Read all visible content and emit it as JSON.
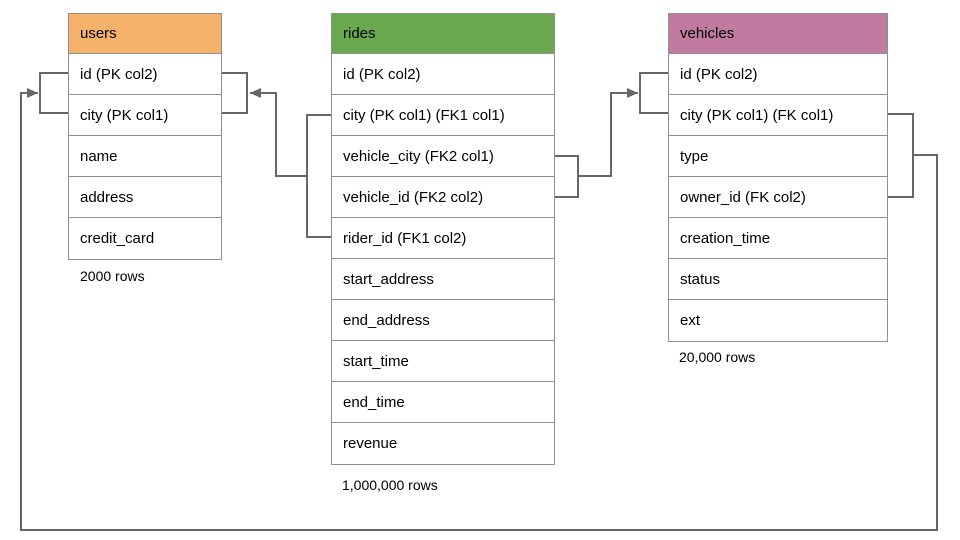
{
  "diagram": {
    "title": "database schema: users / rides / vehicles",
    "connector_color": "#666666",
    "tables": [
      {
        "name": "users",
        "title": "users",
        "header_color": "#F6B26B",
        "columns": [
          "id (PK col2)",
          "city (PK col1)",
          "name",
          "address",
          "credit_card"
        ],
        "row_count": "2000 rows"
      },
      {
        "name": "rides",
        "title": "rides",
        "header_color": "#6AA84F",
        "columns": [
          "id (PK col2)",
          "city (PK col1) (FK1 col1)",
          "vehicle_city (FK2 col1)",
          "vehicle_id (FK2 col2)",
          "rider_id (FK1 col2)",
          "start_address",
          "end_address",
          "start_time",
          "end_time",
          "revenue"
        ],
        "row_count": "1,000,000 rows"
      },
      {
        "name": "vehicles",
        "title": "vehicles",
        "header_color": "#C27BA0",
        "columns": [
          "id (PK col2)",
          "city (PK col1) (FK col1)",
          "type",
          "owner_id (FK col2)",
          "creation_time",
          "status",
          "ext"
        ],
        "row_count": "20,000 rows"
      }
    ],
    "relationships": [
      {
        "name": "rides FK1",
        "from": "rides (city, rider_id)",
        "to": "users (id, city)"
      },
      {
        "name": "rides FK2",
        "from": "rides (vehicle_city, vehicle_id)",
        "to": "vehicles (id, city)"
      },
      {
        "name": "vehicles FK",
        "from": "vehicles (city, owner_id)",
        "to": "users (id, city)"
      }
    ]
  }
}
